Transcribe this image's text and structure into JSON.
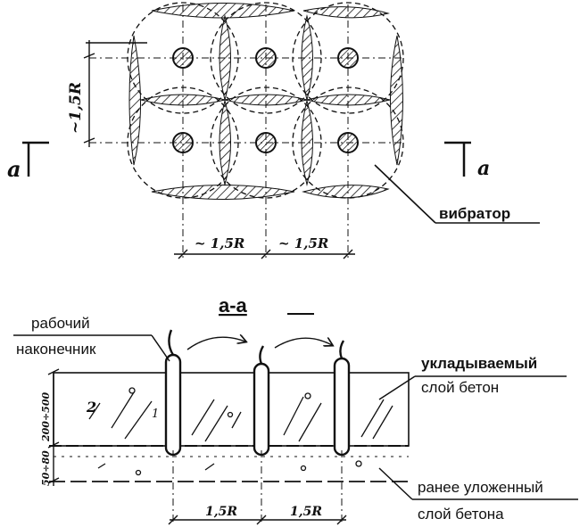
{
  "plan_view": {
    "dim_spacing_vertical": "~1,5R",
    "dim_spacing_horizontal_left": "~ 1,5R",
    "dim_spacing_horizontal_right": "~ 1,5R",
    "section_mark_left": "a",
    "section_mark_right": "a",
    "vibrator_label": "вибратор"
  },
  "section_view": {
    "title": "а-а",
    "working_tip_label_line1": "рабочий",
    "working_tip_label_line2": "наконечник",
    "placed_layer_label_line1": "укладываемый",
    "placed_layer_label_line2": "слой бетон",
    "previous_layer_label_line1": "ранее уложенный",
    "previous_layer_label_line2": "слой бетона",
    "dim_layer_thickness": "200÷500",
    "dim_penetration_depth": "50÷80",
    "dim_spacing_left": "1,5R",
    "dim_spacing_right": "1,5R",
    "layer_number_top": "2",
    "layer_number_bottom": "1"
  },
  "colors": {
    "ink": "#111111",
    "background": "#ffffff"
  }
}
